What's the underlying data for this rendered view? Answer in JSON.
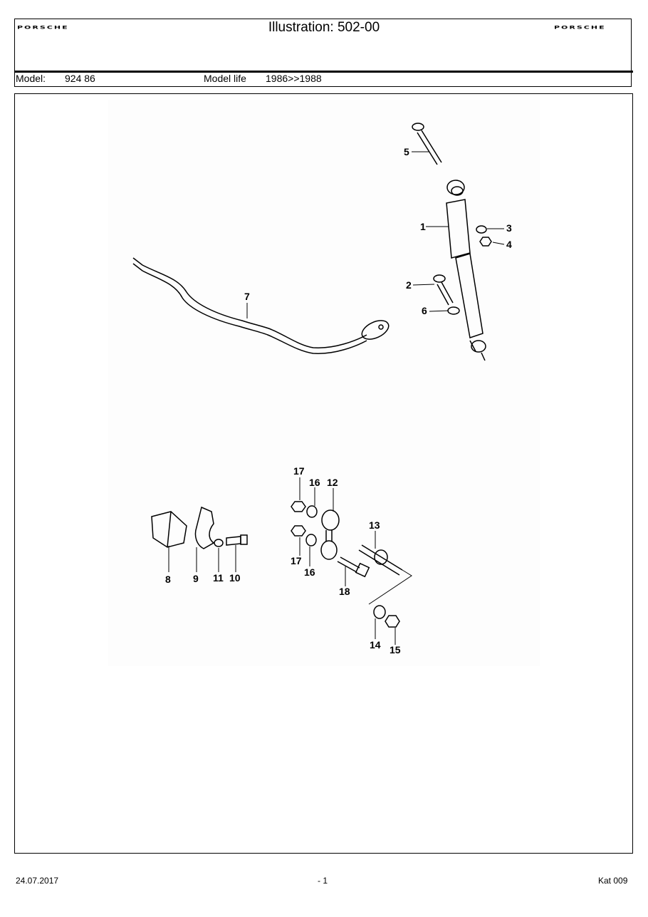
{
  "header": {
    "brand_left": "PORSCHE",
    "brand_right": "PORSCHE",
    "title": "Illustration: 502-00",
    "model_label": "Model:",
    "model_value": "924 86",
    "model_life_label": "Model life",
    "model_life_value": "1986>>1988"
  },
  "callouts": [
    "1",
    "2",
    "3",
    "4",
    "5",
    "6",
    "7",
    "8",
    "9",
    "10",
    "11",
    "12",
    "13",
    "14",
    "15",
    "16",
    "16",
    "17",
    "17",
    "18"
  ],
  "footer": {
    "date": "24.07.2017",
    "page": "- 1",
    "catalog": "Kat 009"
  }
}
